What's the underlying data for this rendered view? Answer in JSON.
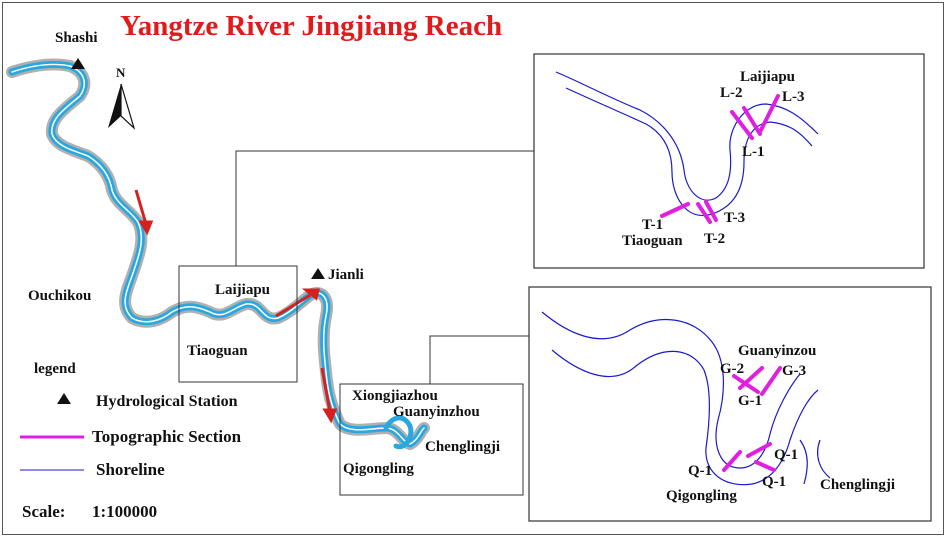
{
  "title": "Yangtze River Jingjiang Reach",
  "north_label": "N",
  "stations": {
    "shashi": "Shashi",
    "jianli": "Jianli"
  },
  "places": {
    "ouchikou": "Ouchikou",
    "laijiapu": "Laijiapu",
    "tiaoguan": "Tiaoguan",
    "xiongjiazhou": "Xiongjiazhou",
    "guanyinzhou": "Guanyinzhou",
    "chenglingji": "Chenglingji",
    "qigongling": "Qigongling"
  },
  "legend": {
    "heading": "legend",
    "items": [
      {
        "label": "Hydrological Station",
        "symbol": "triangle"
      },
      {
        "label": "Topographic Section",
        "symbol": "magenta-line"
      },
      {
        "label": "Shoreline",
        "symbol": "blue-line"
      }
    ]
  },
  "scale": {
    "label": "Scale:",
    "value": "1:100000"
  },
  "inset_upper": {
    "place_top": "Laijiapu",
    "place_bottom": "Tiaoguan",
    "sections": [
      "L-1",
      "L-2",
      "L-3",
      "T-1",
      "T-2",
      "T-3"
    ]
  },
  "inset_lower": {
    "place_top": "Guanyinzou",
    "place_bottom": "Qigongling",
    "place_right": "Chenglingji",
    "sections": [
      "G-1",
      "G-2",
      "G-3",
      "Q-1",
      "Q-1",
      "Q-1"
    ]
  },
  "colors": {
    "title": "#e11a1a",
    "section": "#e020e0",
    "shoreline": "#1a1acc",
    "river": "#29a8e0",
    "flow_arrow": "#d62020"
  }
}
